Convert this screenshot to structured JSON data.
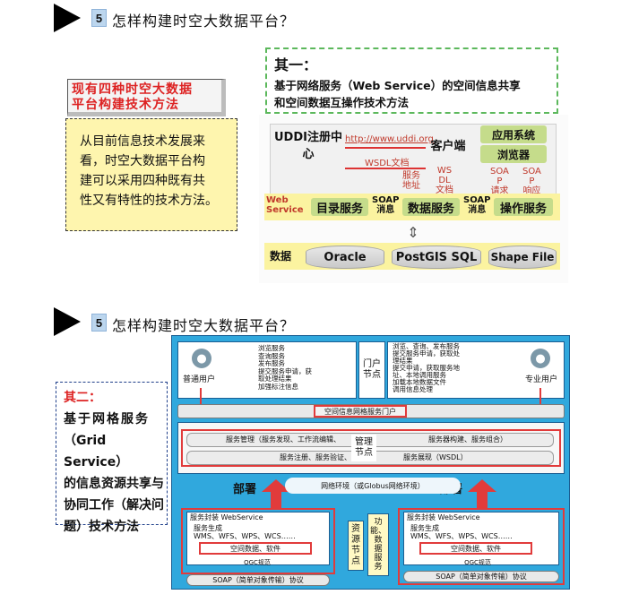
{
  "section1": {
    "number": "5",
    "title": "怎样构建时空大数据平台？",
    "left_box_title_lines": [
      "现有四种时空大数据",
      "平台构建技术方法"
    ],
    "left_box_body_lines": [
      "从目前信息技术发展来",
      "看，时空大数据平台构",
      "建可以采用四种既有共",
      "性又有特性的技术方法。"
    ],
    "method_heading": "其一：",
    "method_body_lines": [
      "基于网络服务（Web Service）的空间信息共享",
      "和空间数据互操作技术方法"
    ],
    "diagram": {
      "uddi": "UDDI注册中心",
      "url": "http://www.uddi.org",
      "wsdl_doc": "WSDL文档",
      "client": "客户端",
      "app_system": "应用系统",
      "browser": "浏览器",
      "service_addr": [
        "服务",
        "地址"
      ],
      "wsdl_doc2": [
        "WS",
        "DL",
        "文档"
      ],
      "soap_request": [
        "SOA",
        "P",
        "请求"
      ],
      "soap_response": [
        "SOA",
        "P",
        "响应"
      ],
      "web_service": [
        "Web",
        "Service"
      ],
      "catalog_service": "目录服务",
      "soap_msg1": [
        "SOAP",
        "消息"
      ],
      "data_service": "数据服务",
      "soap_msg2": [
        "SOAP",
        "消息"
      ],
      "operation_service": "操作服务",
      "data_label": "数据",
      "db1": "Oracle",
      "db2": "PostGIS SQL",
      "db3": "Shape File"
    }
  },
  "section2": {
    "number": "5",
    "title": "怎样构建时空大数据平台？",
    "method_heading": "其二：",
    "method_body_lines": [
      "基于网格服务",
      "（Grid Service）",
      "的信息资源共享与",
      "协同工作（解决问",
      "题）技术方法"
    ],
    "diagram": {
      "general_user": "普通用户",
      "expert_user": "专业用户",
      "general_user_features": [
        "浏览服务",
        "查询服务",
        "发布服务",
        "提交服务申请，获",
        "取处理结果",
        "加强标注信息"
      ],
      "expert_user_features": [
        "浏览、查询、发布服务",
        "提交服务申请，获取处",
        "理结果",
        "提交申请，获取服务地",
        "址、本地调用服务",
        "加载本地数据文件",
        "调用信息处理"
      ],
      "portal_node": [
        "门户",
        "节点"
      ],
      "portal_bar": "空间信息网格服务门户",
      "mgmt_row1_left": "服务管理（服务发现、工作流编辑、",
      "mgmt_row1_right": "服务器构建、服务组合）",
      "mgmt_row2_left": "服务注册、服务验证、",
      "mgmt_row2_right": "服务展现（WSDL）",
      "mgmt_node": [
        "管理",
        "节点"
      ],
      "deploy_left": "部署",
      "deploy_right": "部署",
      "network": "网络环境（或Globus网络环境）",
      "resource_node": [
        "资",
        "源",
        "节",
        "点"
      ],
      "func_data_service": [
        "功",
        "能、",
        "数",
        "据",
        "服",
        "务"
      ],
      "pack_left": "服务封装  WebService",
      "pack_right": "服务封装  WebService",
      "gen_left": [
        "服务生成",
        "WMS、WFS、WPS、WCS……"
      ],
      "gen_right": [
        "服务生成",
        "WMS、WFS、WPS、WCS……"
      ],
      "spatial_data_left": "空间数据、软件",
      "spatial_data_right": "空间数据、软件",
      "ogc_left": "OGC规范",
      "ogc_right": "OGC规范",
      "soap_left": "SOAP（简单对象传输）协议",
      "soap_right": "SOAP（简单对象传输）协议"
    }
  }
}
